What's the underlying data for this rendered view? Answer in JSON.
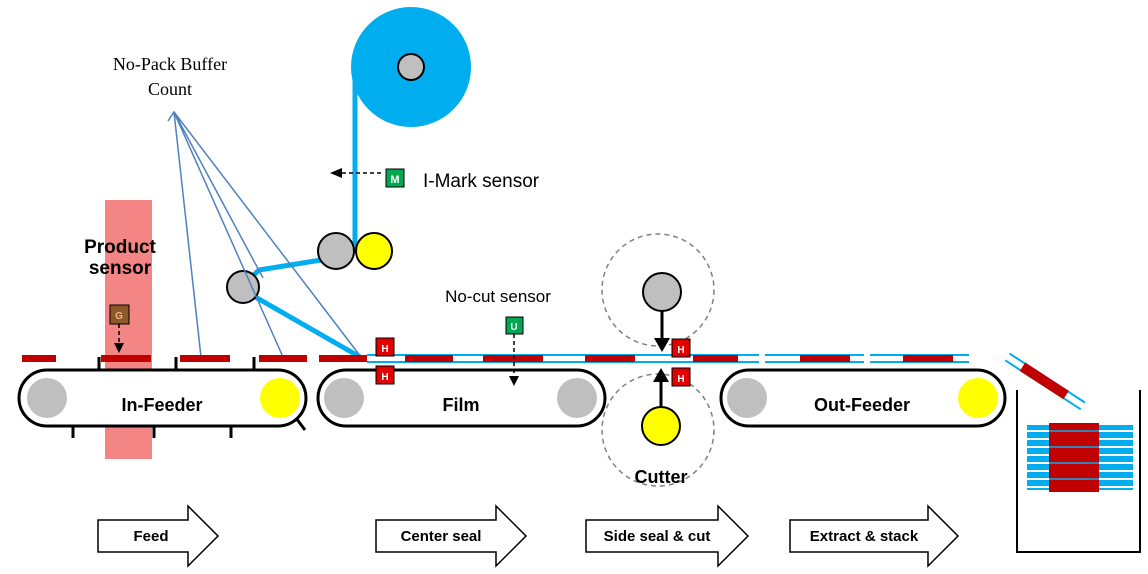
{
  "labels": {
    "buffer_line1": "No-Pack Buffer",
    "buffer_line2": "Count",
    "imark": "I-Mark sensor",
    "product_line1": "Product",
    "product_line2": "sensor",
    "nocut": "No-cut sensor",
    "infeeder": "In-Feeder",
    "film": "Film",
    "outfeeder": "Out-Feeder",
    "cutter": "Cutter"
  },
  "sensor_badges": {
    "m": "M",
    "g": "G",
    "u": "U",
    "h": "H"
  },
  "stages": [
    "Feed",
    "Center seal",
    "Side seal & cut",
    "Extract & stack"
  ],
  "colors": {
    "film": "#00AEEF",
    "product": "#C00000",
    "roller_yellow": "#FFFF00",
    "roller_gray": "#BFBFBF",
    "sensor_green": "#00A651",
    "heater_red": "#E00000",
    "product_sensor_beam": "#F27070",
    "guide_line": "#4F81BD"
  }
}
